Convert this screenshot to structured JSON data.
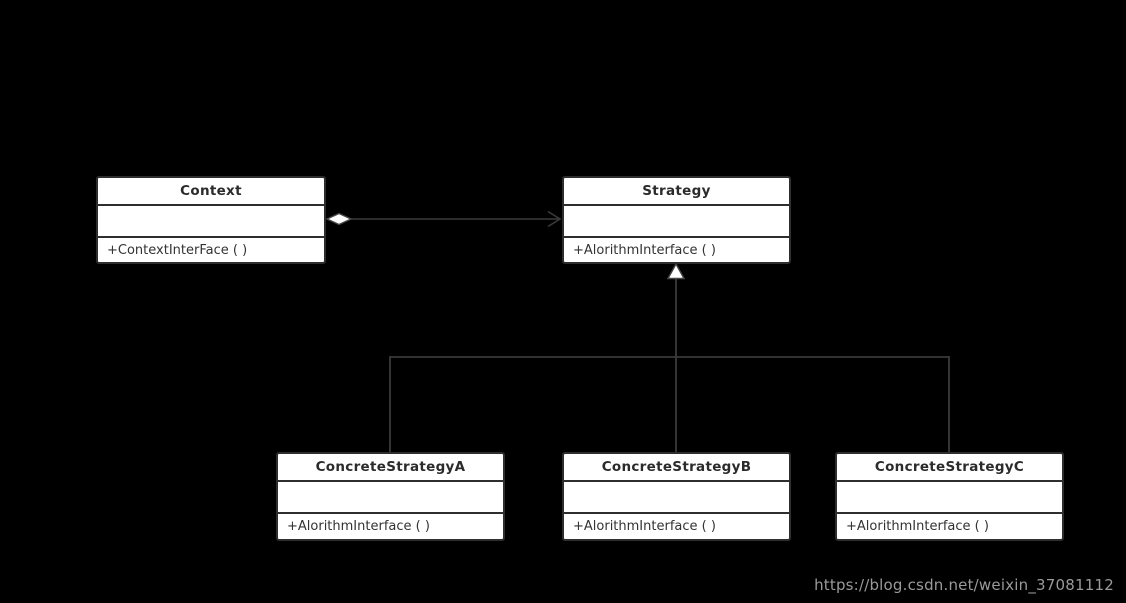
{
  "classes": [
    {
      "name": "Context",
      "method": "+ContextInterFace ( )"
    },
    {
      "name": "Strategy",
      "method": "+AlorithmInterface ( )"
    },
    {
      "name": "ConcreteStrategyA",
      "method": "+AlorithmInterface ( )"
    },
    {
      "name": "ConcreteStrategyB",
      "method": "+AlorithmInterface ( )"
    },
    {
      "name": "ConcreteStrategyC",
      "method": "+AlorithmInterface ( )"
    }
  ],
  "relationships": [
    {
      "type": "aggregation",
      "from": "Context",
      "to": "Strategy",
      "marker_from": "hollow-diamond",
      "marker_to": "open-arrow"
    },
    {
      "type": "inheritance",
      "from": "ConcreteStrategyA",
      "to": "Strategy",
      "marker_to": "hollow-triangle"
    },
    {
      "type": "inheritance",
      "from": "ConcreteStrategyB",
      "to": "Strategy",
      "marker_to": "hollow-triangle"
    },
    {
      "type": "inheritance",
      "from": "ConcreteStrategyC",
      "to": "Strategy",
      "marker_to": "hollow-triangle"
    }
  ],
  "colors": {
    "background": "#000000",
    "box_fill": "#ffffff",
    "box_border": "#2e2e2e",
    "connector_line": "#3a3a3a",
    "marker_fill": "#ffffff",
    "title_text": "#2b2b2b",
    "method_text": "#333333",
    "watermark_text": "#9a9a9a"
  },
  "watermark": {
    "text": "https://blog.csdn.net/weixin_37081112"
  }
}
